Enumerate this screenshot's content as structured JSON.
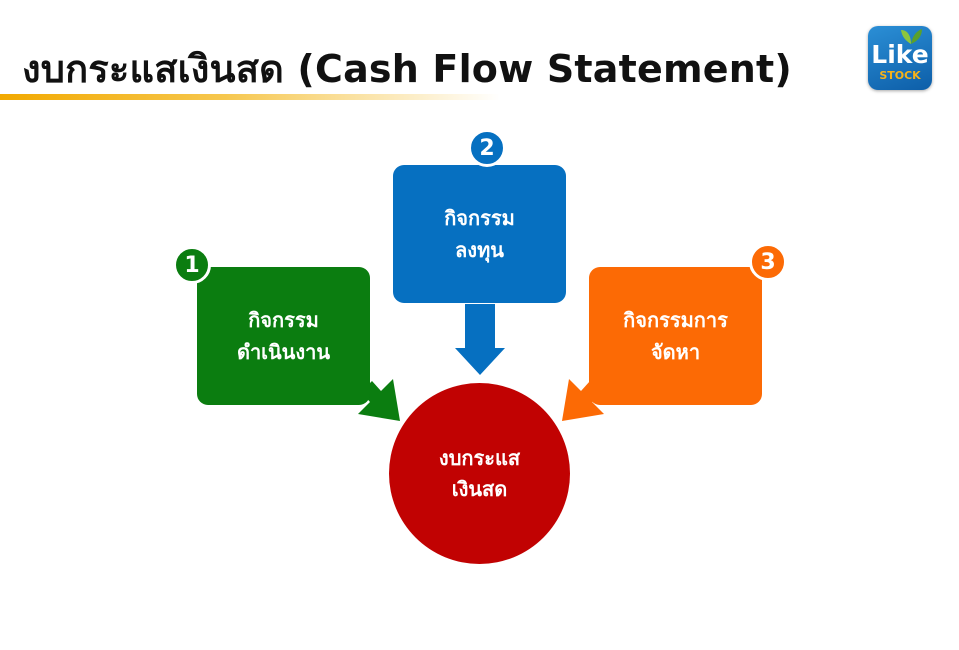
{
  "header": {
    "title": "งบกระแสเงินสด (Cash Flow Statement)",
    "underline_color": "#F2A900"
  },
  "logo": {
    "line1": "Like",
    "line2": "STOCK",
    "icon": "leaf-icon",
    "bg_color": "#1677C7"
  },
  "diagram": {
    "nodes": [
      {
        "number": "1",
        "line1": "กิจกรรม",
        "line2": "ดำเนินงาน",
        "color": "#0B7D10"
      },
      {
        "number": "2",
        "line1": "กิจกรรม",
        "line2": "ลงทุน",
        "color": "#0670C1"
      },
      {
        "number": "3",
        "line1": "กิจกรรมการ",
        "line2": "จัดหา",
        "color": "#FC6A05"
      }
    ],
    "center": {
      "line1": "งบกระแส",
      "line2": "เงินสด",
      "color": "#C10202"
    }
  }
}
